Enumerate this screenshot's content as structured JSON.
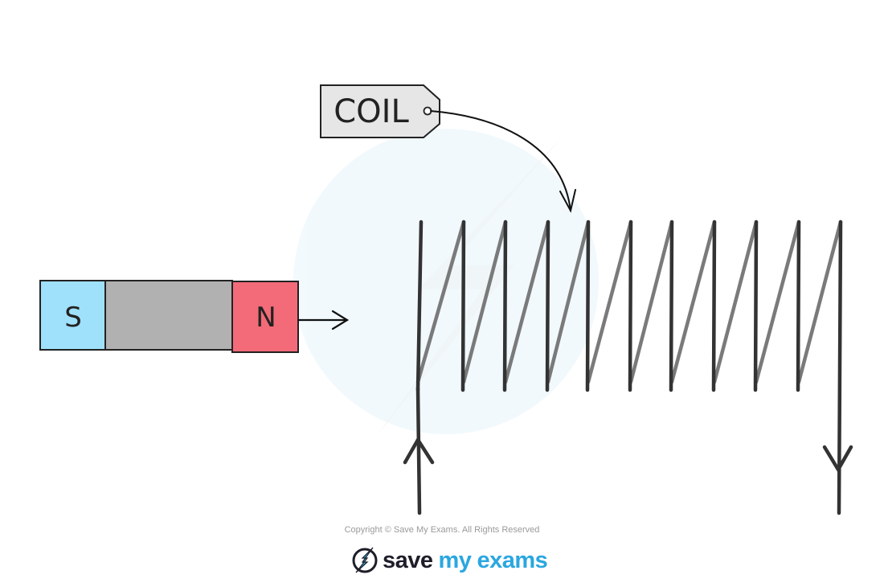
{
  "tag": {
    "label": "COIL"
  },
  "magnet": {
    "south_label": "S",
    "north_label": "N"
  },
  "footer": {
    "copyright": "Copyright © Save My Exams. All Rights Reserved",
    "brand_save": "save",
    "brand_my": "my",
    "brand_exams": "exams"
  },
  "colors": {
    "south_pole": "#9fe0fb",
    "north_pole": "#f36b78",
    "magnet_body": "#b1b1b1",
    "coil_front": "#333333",
    "coil_back": "#7a7a7a",
    "tag_fill": "#e6e6e6",
    "brand_blue": "#2aa7e0"
  }
}
